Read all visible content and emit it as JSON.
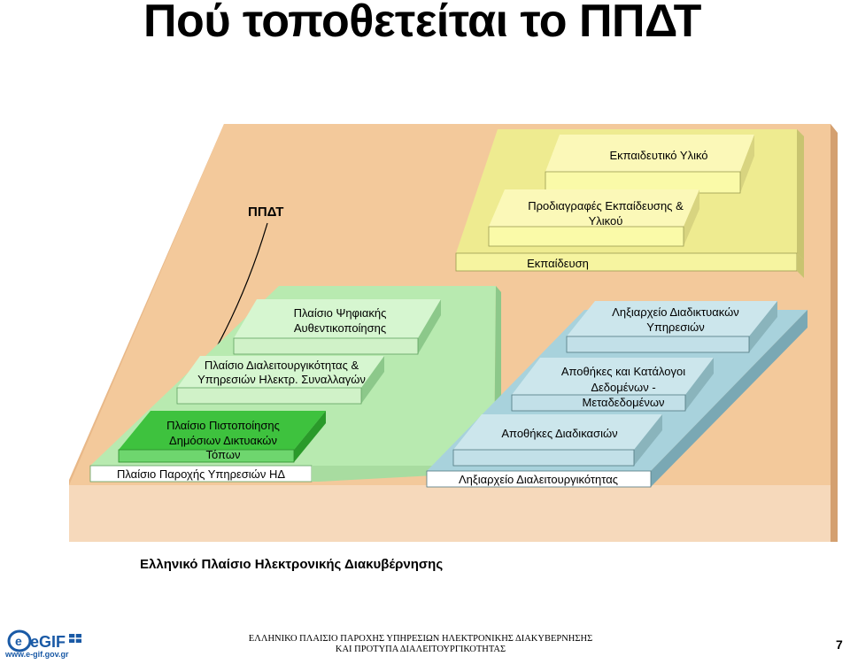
{
  "slide": {
    "title": "Πού τοποθετείται το ΠΠΔΤ",
    "page_number": "7"
  },
  "diagram": {
    "callout_label": "ΠΠΔΤ",
    "base_label": "Ελληνικό Πλαίσιο Ηλεκτρονικής Διακυβέρνησης",
    "education": {
      "platform_label": "Εκπαίδευση",
      "blocks": [
        {
          "lines": [
            "Εκπαιδευτικό Υλικό"
          ]
        },
        {
          "lines": [
            "Προδιαγραφές Εκπαίδευσης &",
            "Υλικού"
          ]
        }
      ]
    },
    "service_framework": {
      "platform_label": "Πλαίσιο Παροχής Υπηρεσιών ΗΔ",
      "blocks": [
        {
          "lines": [
            "Πλαίσιο Ψηφιακής",
            "Αυθεντικοποίησης"
          ]
        },
        {
          "lines": [
            "Πλαίσιο Διαλειτουργικότητας &",
            "Υπηρεσιών Ηλεκτρ. Συναλλαγών"
          ]
        },
        {
          "lines": [
            "Πλαίσιο Πιστοποίησης",
            "Δημόσιων Δικτυακών",
            "Τόπων"
          ]
        }
      ]
    },
    "registry": {
      "platform_label": "Ληξιαρχείο Διαλειτουργικότητας",
      "blocks": [
        {
          "lines": [
            "Ληξιαρχείο Διαδικτυακών",
            "Υπηρεσιών"
          ]
        },
        {
          "lines": [
            "Αποθήκες και Κατάλογοι",
            "Δεδομένων -",
            "Μεταδεδομένων"
          ]
        },
        {
          "lines": [
            "Αποθήκες Διαδικασιών"
          ]
        }
      ]
    }
  },
  "colors": {
    "base_top": "#f2c89a",
    "base_front": "#f5dcc0",
    "education_fill": "#f8f49a",
    "service_fill": "#c8f0c0",
    "service_highlight": "#6ed66e",
    "registry_fill": "#b8dce4"
  },
  "footer": {
    "line1": "ΕΛΛΗΝΙΚΟ ΠΛΑΙΣΙΟ ΠΑΡΟΧΗΣ ΥΠΗΡΕΣΙΩΝ ΗΛΕΚΤΡΟΝΙΚΗΣ ΔΙΑΚΥΒΕΡΝΗΣΗΣ",
    "line2": "ΚΑΙ ΠΡΟΤΥΠΑ ΔΙΑΛΕΙΤΟΥΡΓΙΚΟΤΗΤΑΣ",
    "logo_text": "eGIF",
    "logo_url": "www.e-gif.gov.gr"
  }
}
